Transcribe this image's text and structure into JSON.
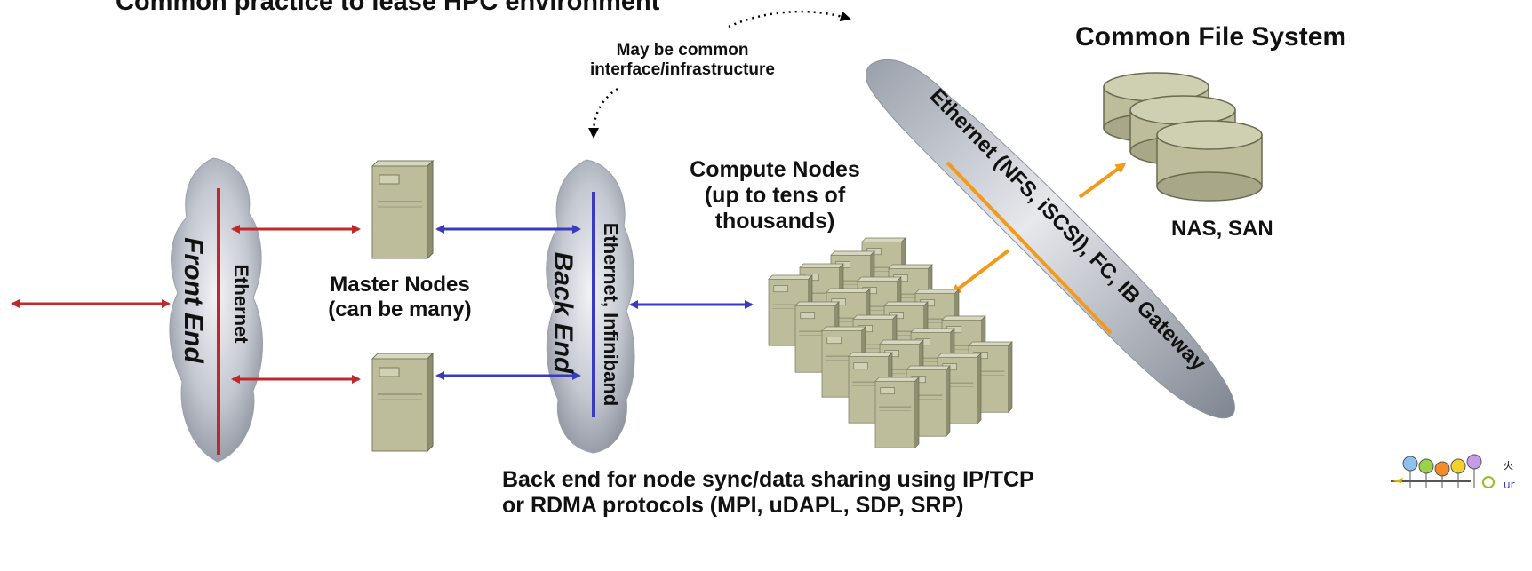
{
  "title": "Common practice to lease HPC environment",
  "annotation_common": [
    "May be common",
    "interface/infrastructure"
  ],
  "common_fs_title": "Common File System",
  "storage_label": "NAS, SAN",
  "front_end": {
    "name": "Front End",
    "network": "Ethernet"
  },
  "back_end": {
    "name": "Back End",
    "network": "Ethernet, Infiniband"
  },
  "master_nodes": [
    "Master Nodes",
    "(can be many)"
  ],
  "compute_nodes": [
    "Compute Nodes",
    "(up to tens of",
    "thousands)"
  ],
  "gateway_network": "Ethernet (NFS, iSCSI), FC, IB Gateway",
  "footer": [
    "Back end for node sync/data sharing using IP/TCP",
    "or RDMA protocols (MPI, uDAPL, SDP, SRP)"
  ],
  "logo_text": [
    "火",
    "ur"
  ],
  "colors": {
    "red": "#c0282d",
    "blue": "#3a3ac0",
    "orange": "#f29a1b",
    "server": "#bdbd9c",
    "cloud": "#c9ccd4"
  }
}
